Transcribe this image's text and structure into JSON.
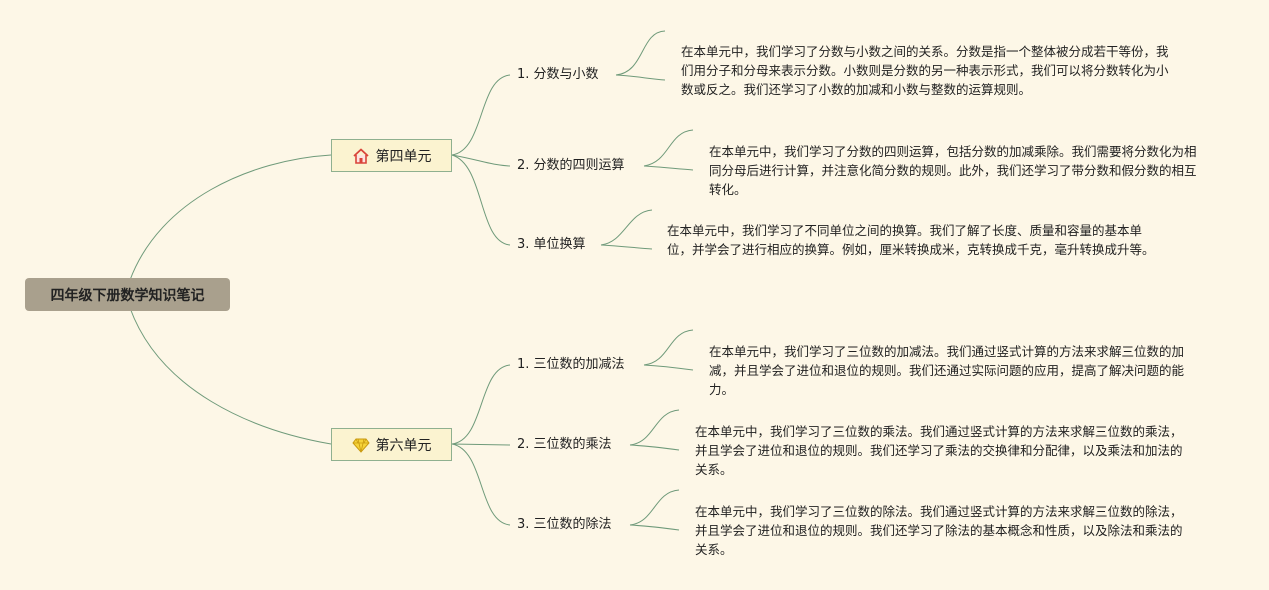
{
  "root": {
    "title": "四年级下册数学知识笔记"
  },
  "units": [
    {
      "title": "第四单元",
      "icon": "house-icon",
      "topics": [
        {
          "title": "1. 分数与小数",
          "note": "在本单元中，我们学习了分数与小数之间的关系。分数是指一个整体被分成若干等份，我们用分子和分母来表示分数。小数则是分数的另一种表示形式，我们可以将分数转化为小数或反之。我们还学习了小数的加减和小数与整数的运算规则。"
        },
        {
          "title": "2. 分数的四则运算",
          "note": "在本单元中，我们学习了分数的四则运算，包括分数的加减乘除。我们需要将分数化为相同分母后进行计算，并注意化简分数的规则。此外，我们还学习了带分数和假分数的相互转化。"
        },
        {
          "title": "3. 单位换算",
          "note": "在本单元中，我们学习了不同单位之间的换算。我们了解了长度、质量和容量的基本单位，并学会了进行相应的换算。例如，厘米转换成米，克转换成千克，毫升转换成升等。"
        }
      ]
    },
    {
      "title": "第六单元",
      "icon": "diamond-icon",
      "topics": [
        {
          "title": "1. 三位数的加减法",
          "note": "在本单元中，我们学习了三位数的加减法。我们通过竖式计算的方法来求解三位数的加减，并且学会了进位和退位的规则。我们还通过实际问题的应用，提高了解决问题的能力。"
        },
        {
          "title": "2. 三位数的乘法",
          "note": "在本单元中，我们学习了三位数的乘法。我们通过竖式计算的方法来求解三位数的乘法，并且学会了进位和退位的规则。我们还学习了乘法的交换律和分配律，以及乘法和加法的关系。"
        },
        {
          "title": "3. 三位数的除法",
          "note": "在本单元中，我们学习了三位数的除法。我们通过竖式计算的方法来求解三位数的除法，并且学会了进位和退位的规则。我们还学习了除法的基本概念和性质，以及除法和乘法的关系。"
        }
      ]
    }
  ],
  "colors": {
    "background": "#fdf7e7",
    "root_fill": "#a9a08d",
    "unit_fill": "#fbf3d0",
    "link": "#6f9a7a"
  }
}
